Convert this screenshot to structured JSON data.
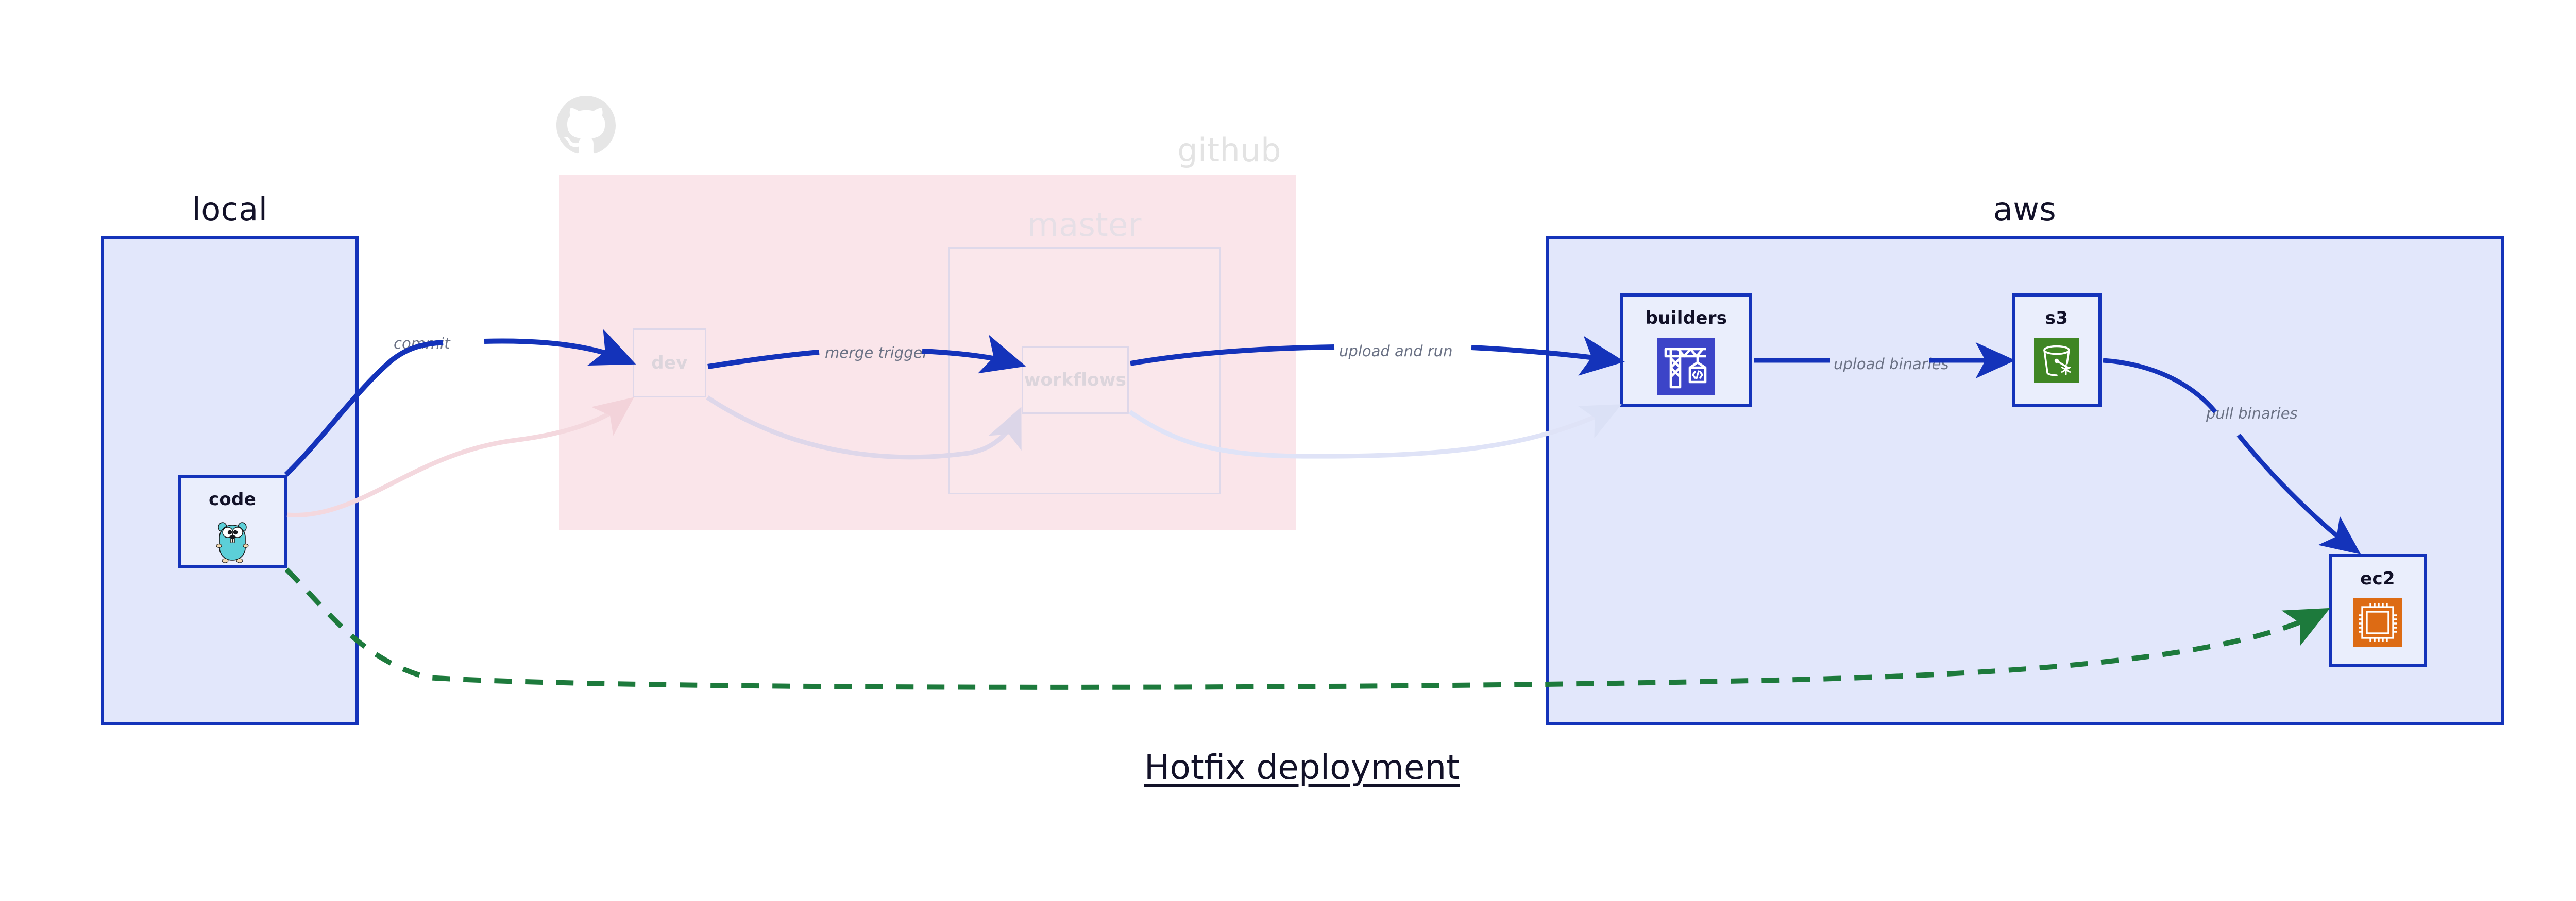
{
  "diagram": {
    "title": "Hotfix deployment",
    "groups": [
      {
        "id": "local",
        "label": "local",
        "fill": "#e2e7fb",
        "stroke": "#1433ba",
        "faded": false
      },
      {
        "id": "github",
        "label": "github",
        "fill": "#fae5ea",
        "stroke": "none",
        "faded": true
      },
      {
        "id": "master",
        "label": "master",
        "fill": "none",
        "stroke": "#dfd9ea",
        "faded": true
      },
      {
        "id": "aws",
        "label": "aws",
        "fill": "#e2e7fb",
        "stroke": "#1433ba",
        "faded": false
      }
    ],
    "nodes": [
      {
        "id": "code",
        "label": "code",
        "group": "local",
        "icon": "go-gopher-icon",
        "icon_color": "#5ccfd8",
        "faded": false
      },
      {
        "id": "dev",
        "label": "dev",
        "group": "github",
        "icon": "none",
        "icon_color": "#dcd5dc",
        "faded": true
      },
      {
        "id": "workflows",
        "label": "workflows",
        "group": "master",
        "icon": "none",
        "icon_color": "#dcd5dc",
        "faded": true
      },
      {
        "id": "builders",
        "label": "builders",
        "group": "aws",
        "icon": "crane-code-icon",
        "icon_color": "#3c44c8",
        "faded": false
      },
      {
        "id": "s3",
        "label": "s3",
        "group": "aws",
        "icon": "s3-bucket-icon",
        "icon_color": "#3f8624",
        "faded": false
      },
      {
        "id": "ec2",
        "label": "ec2",
        "group": "aws",
        "icon": "cpu-chip-icon",
        "icon_color": "#dd6b14",
        "faded": false
      }
    ],
    "edges": [
      {
        "id": "e-commit",
        "from": "code",
        "to": "dev",
        "label": "commit",
        "color": "#1433ba",
        "style": "solid",
        "faded": false
      },
      {
        "id": "e-merge",
        "from": "dev",
        "to": "workflows",
        "label": "merge trigger",
        "color": "#1433ba",
        "style": "solid",
        "faded": false
      },
      {
        "id": "e-upload-run",
        "from": "workflows",
        "to": "builders",
        "label": "upload and run",
        "color": "#1433ba",
        "style": "solid",
        "faded": false
      },
      {
        "id": "e-upload-bin",
        "from": "builders",
        "to": "s3",
        "label": "upload binaries",
        "color": "#1433ba",
        "style": "solid",
        "faded": false
      },
      {
        "id": "e-pull-bin",
        "from": "s3",
        "to": "ec2",
        "label": "pull binaries",
        "color": "#1433ba",
        "style": "solid",
        "faded": false
      },
      {
        "id": "e-hotfix",
        "from": "code",
        "to": "ec2",
        "label": "",
        "color": "#1d7a3c",
        "style": "dashed",
        "faded": false
      },
      {
        "id": "e-ghost-back-1",
        "from": "code",
        "to": "dev",
        "label": "",
        "color": "#f4d8de",
        "style": "solid",
        "faded": true
      },
      {
        "id": "e-ghost-back-2",
        "from": "dev",
        "to": "workflows",
        "label": "",
        "color": "#ded7ea",
        "style": "solid",
        "faded": true
      },
      {
        "id": "e-ghost-back-3",
        "from": "workflows",
        "to": "builders",
        "label": "",
        "color": "#dfe3f7",
        "style": "solid",
        "faded": true
      }
    ],
    "octocat": {
      "name": "github-octocat-logo",
      "color": "#e6e6e6"
    }
  },
  "colors": {
    "brand_blue": "#1433ba",
    "group_blue_fill": "#e2e7fb",
    "github_pink_fill": "#fae5ea",
    "node_fill": "#eaeefc",
    "green_dashed": "#1d7a3c",
    "label_gray": "#6b7285",
    "text_dark": "#121128",
    "faded_text": "#dcd5dc",
    "s3_green": "#3f8624",
    "ec2_orange": "#dd6b14",
    "builders_indigo": "#3c44c8",
    "gopher_cyan": "#5ccfd8"
  }
}
